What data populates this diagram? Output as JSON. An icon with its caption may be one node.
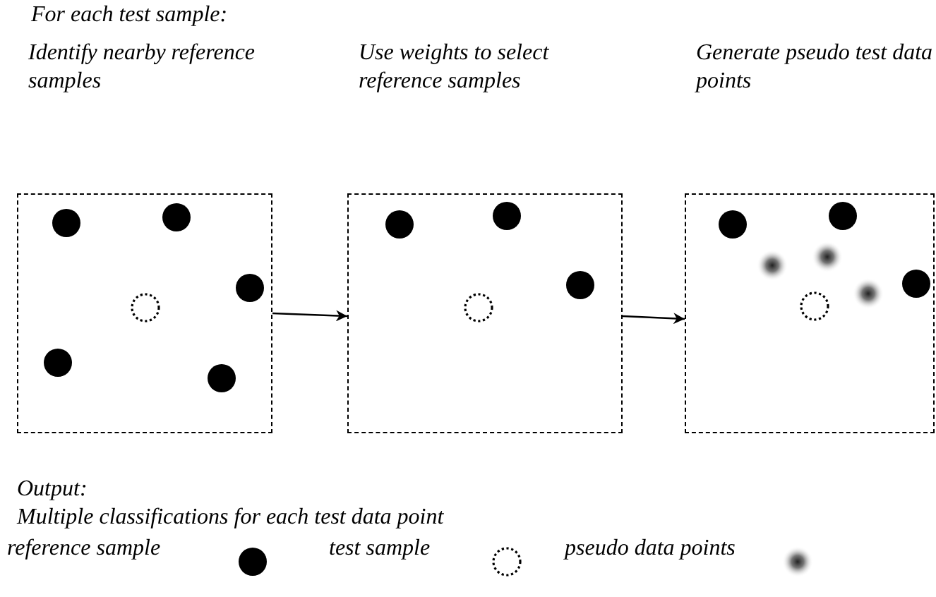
{
  "diagram": {
    "title": "For each test sample:",
    "nodes": [
      {
        "text": [
          "Identify nearby reference samples"
        ]
      },
      {
        "text": [
          "Use weights to select reference samples"
        ]
      },
      {
        "text": [
          "Generate  pseudo test data points"
        ]
      }
    ],
    "edges": [
      {
        "from": 0,
        "to": 1,
        "arrow": "to"
      },
      {
        "from": 1,
        "to": 2,
        "arrow": "to"
      }
    ],
    "labels": [
      "Output:",
      "Multiple classifications for each test data point"
    ],
    "legend": [
      {
        "text": "reference sample"
      },
      {
        "text": "test sample"
      },
      {
        "text": "pseudo data points"
      }
    ]
  }
}
